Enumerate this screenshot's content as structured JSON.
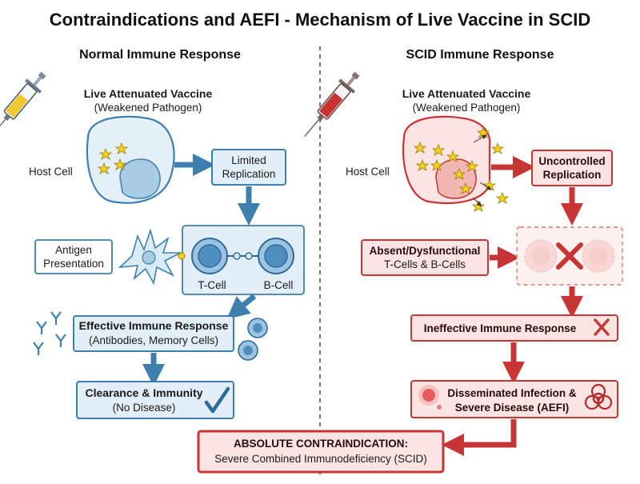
{
  "title": "Contraindications and AEFI - Mechanism of Live Vaccine in SCID",
  "left": {
    "heading": "Normal Immune Response",
    "vaccine_line1": "Live Attenuated Vaccine",
    "vaccine_line2": "(Weakened Pathogen)",
    "host_cell": "Host Cell",
    "limited_line1": "Limited",
    "limited_line2": "Replication",
    "antigen_line1": "Antigen",
    "antigen_line2": "Presentation",
    "tcell": "T-Cell",
    "bcell": "B-Cell",
    "effective_line1": "Effective Immune Response",
    "effective_line2": "(Antibodies, Memory Cells)",
    "clearance_line1": "Clearance & Immunity",
    "clearance_line2": "(No Disease)"
  },
  "right": {
    "heading": "SCID Immune Response",
    "vaccine_line1": "Live Attenuated Vaccine",
    "vaccine_line2": "(Weakened Pathogen)",
    "host_cell": "Host Cell",
    "uncontrolled_line1": "Uncontrolled",
    "uncontrolled_line2": "Replication",
    "absent_line1": "Absent/Dysfunctional",
    "absent_line2": "T-Cells & B-Cells",
    "ineffective": "Ineffective Immune Response",
    "disseminated_line1": "Disseminated Infection &",
    "disseminated_line2": "Severe Disease (AEFI)"
  },
  "bottom": {
    "line1": "ABSOLUTE CONTRAINDICATION:",
    "line2": "Severe Combined Immunodeficiency (SCID)"
  },
  "colors": {
    "blue_stroke": "#3f7fae",
    "blue_fill": "#e3eff8",
    "red_stroke": "#c73535",
    "red_fill": "#fbe4e2",
    "virus_yellow": "#f5d11b"
  }
}
